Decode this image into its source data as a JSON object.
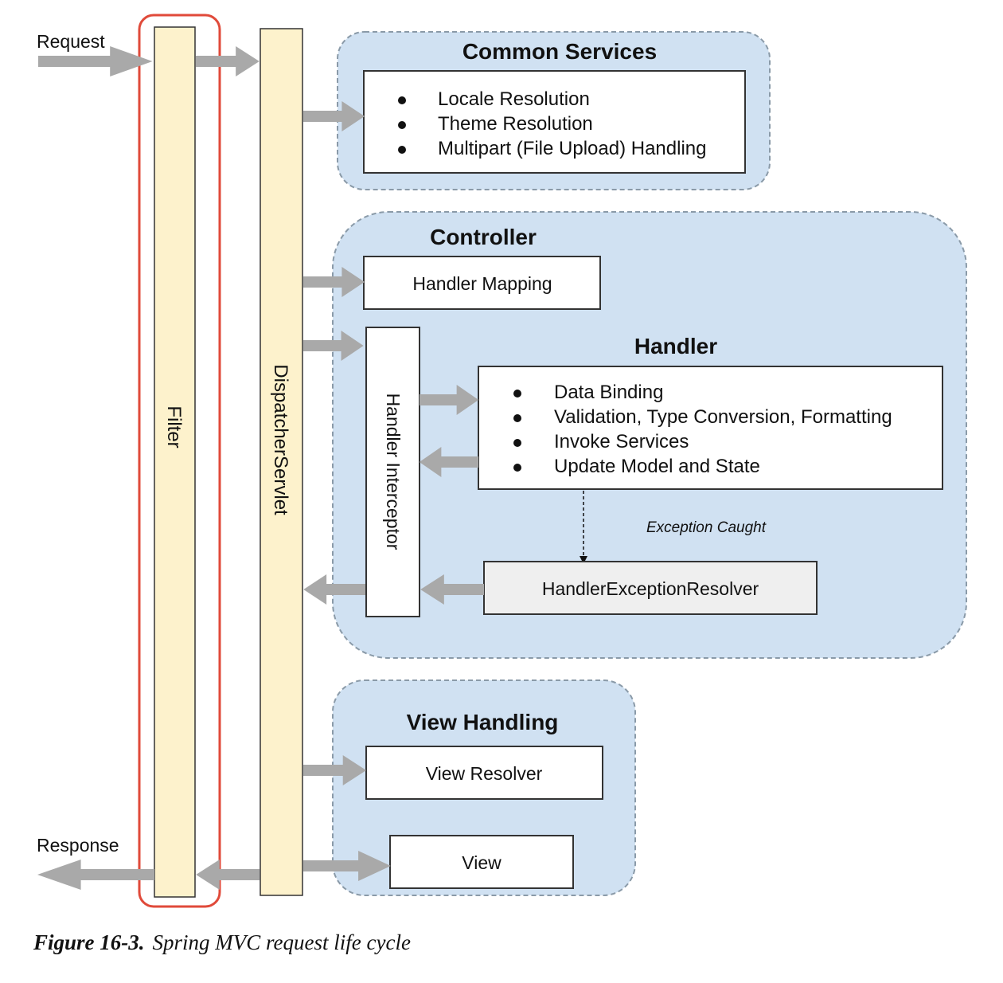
{
  "diagram": {
    "request_label": "Request",
    "response_label": "Response",
    "filter_label": "Filter",
    "dispatcher_label": "DispatcherServlet",
    "common_services": {
      "title": "Common Services",
      "items": [
        "Locale Resolution",
        "Theme Resolution",
        "Multipart (File Upload) Handling"
      ]
    },
    "controller": {
      "title": "Controller",
      "handler_mapping": "Handler Mapping",
      "handler_interceptor": "Handler Interceptor",
      "handler": {
        "title": "Handler",
        "items": [
          "Data Binding",
          "Validation, Type Conversion, Formatting",
          "Invoke Services",
          "Update Model and State"
        ]
      },
      "exception_caught": "Exception Caught",
      "exception_resolver": "HandlerExceptionResolver"
    },
    "view_handling": {
      "title": "View Handling",
      "view_resolver": "View Resolver",
      "view": "View"
    }
  },
  "caption": {
    "number": "Figure 16-3.",
    "text": "Spring MVC request life cycle"
  },
  "colors": {
    "group_fill": "#d0e1f2",
    "group_stroke": "#8a9aa8",
    "pillar_fill": "#fdf2cc",
    "arrow": "#a9a9a9",
    "highlight": "#e04a3a",
    "resolver_fill": "#efefef"
  }
}
